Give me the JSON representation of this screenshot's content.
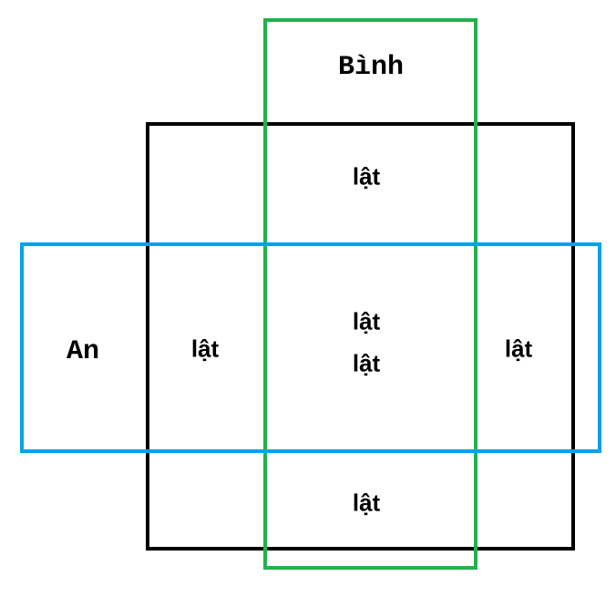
{
  "colors": {
    "square_border": "#000000",
    "binh_region_border": "#22b14c",
    "an_region_border": "#00a2e8"
  },
  "labels": {
    "binh": "Bình",
    "an": "An",
    "top_cell": "lật",
    "left_cell": "lật",
    "center_cell_1": "lật",
    "center_cell_2": "lật",
    "right_cell": "lật",
    "bottom_cell": "lật"
  }
}
